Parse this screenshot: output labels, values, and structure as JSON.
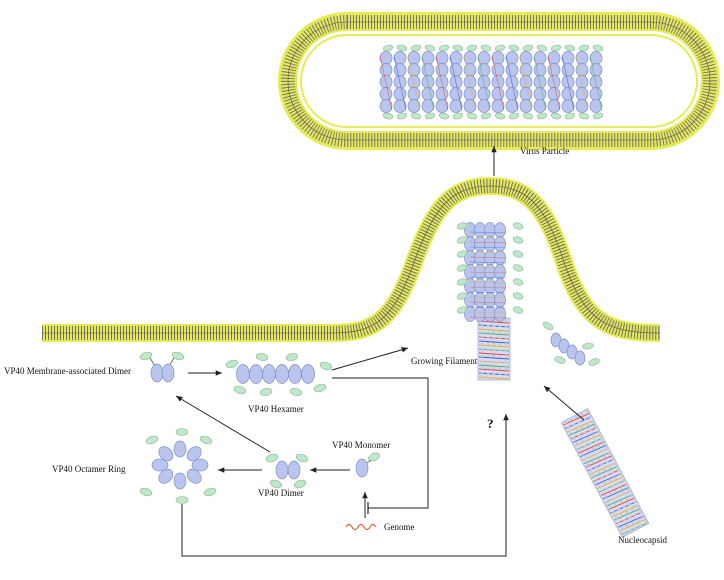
{
  "diagram": {
    "labels": {
      "virus_particle": "Virus Particle",
      "growing_filament": "Growing  Filament",
      "membrane_dimer": "VP40 Membrane-associated Dimer",
      "hexamer": "VP40 Hexamer",
      "monomer": "VP40 Monomer",
      "octamer_ring": "VP40 Octamer Ring",
      "dimer": "VP40 Dimer",
      "genome": "Genome",
      "nucleocapsid": "Nucleocapsid",
      "question_mark": "?"
    },
    "colors": {
      "membrane_outline": "#e6ea55",
      "lipid_lines": "#777777",
      "protein_fill": "#b9c5ee",
      "protein_stroke": "#8090c0",
      "domain_green": "#bfe8c8",
      "genome_rna": "#e06030",
      "arrow": "#222222"
    }
  }
}
